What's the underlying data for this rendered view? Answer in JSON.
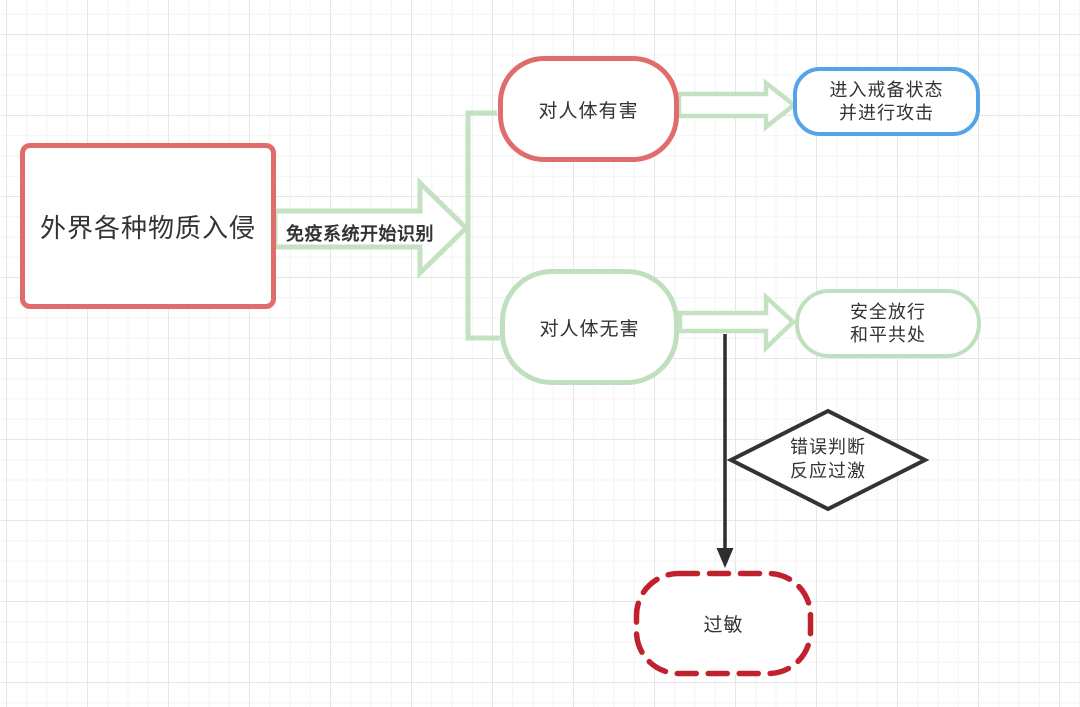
{
  "diagram": {
    "title_hint": "immune-system-flowchart",
    "nodes": {
      "invasion": {
        "label": "外界各种物质入侵",
        "border_color": "#e06c6c",
        "shape": "rectangle"
      },
      "harmful": {
        "label": "对人体有害",
        "border_color": "#e06c6c",
        "shape": "rounded"
      },
      "harmless": {
        "label": "对人体无害",
        "border_color": "#bfdfbf",
        "shape": "rounded"
      },
      "attack": {
        "line1": "进入戒备状态",
        "line2": "并进行攻击",
        "border_color": "#57a3e8",
        "shape": "rounded"
      },
      "release": {
        "line1": "安全放行",
        "line2": "和平共处",
        "border_color": "#bfdfbf",
        "shape": "rounded"
      },
      "misjudge": {
        "line1": "错误判断",
        "line2": "反应过激",
        "border_color": "#333333",
        "shape": "diamond"
      },
      "allergy": {
        "label": "过敏",
        "border_color": "#c1202d",
        "shape": "rounded-dashed"
      }
    },
    "edges": {
      "recognize_label": "免疫系统开始识别",
      "arrow_color": "#c4e1c1",
      "black_arrow_color": "#2e2e2e"
    },
    "background": {
      "grid_minor_color": "#f3f3f3",
      "grid_major_color": "#e6e6e6",
      "paper_color": "#ffffff"
    }
  }
}
